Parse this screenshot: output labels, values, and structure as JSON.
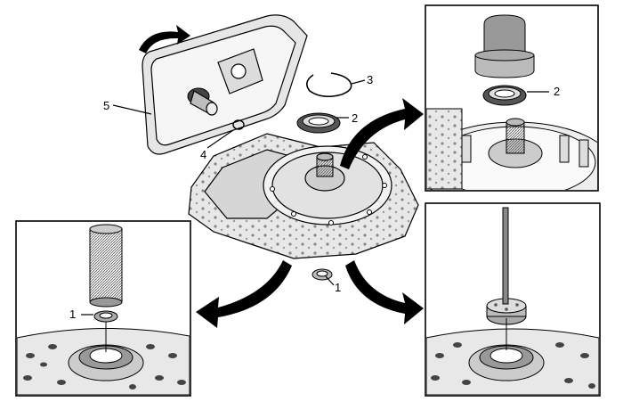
{
  "callouts": {
    "c1_main": "1",
    "c1_inset": "1",
    "c2_main": "2",
    "c2_inset": "2",
    "c3": "3",
    "c4": "4",
    "c5": "5"
  }
}
